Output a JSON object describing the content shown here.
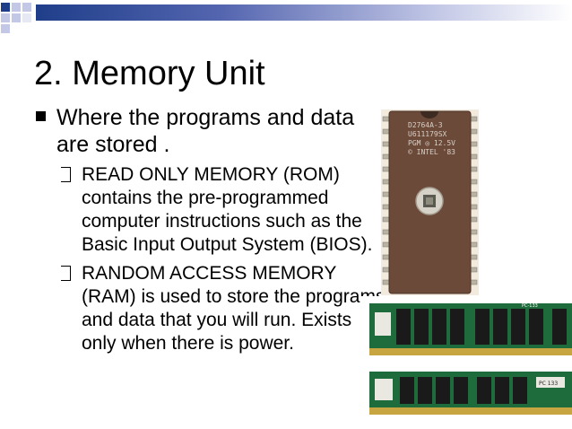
{
  "slide": {
    "title": "2.  Memory Unit",
    "bullets": [
      {
        "text": "Where the programs and data are stored .",
        "sub_bullets": [
          "READ ONLY MEMORY (ROM) contains the pre-programmed computer instructions such as the Basic Input Output System (BIOS).",
          "RANDOM ACCESS MEMORY (RAM) is used to store the programs and data that you will run.  Exists only when there is power."
        ]
      }
    ]
  },
  "rom_chip": {
    "marking_lines": [
      "D2764A-3",
      "U611179SX",
      "PGM ◎ 12.5V",
      "© INTEL '83"
    ]
  },
  "ram_modules": {
    "label_top": "PC-133",
    "label_bottom": "PC 133"
  },
  "colors": {
    "title_bar_start": "#1f3e8a",
    "title_bar_end": "#ffffff",
    "deco_square": "#1f3e8a",
    "pcb_green": "#1e6b3c",
    "chip_body": "#6b4a3a"
  }
}
